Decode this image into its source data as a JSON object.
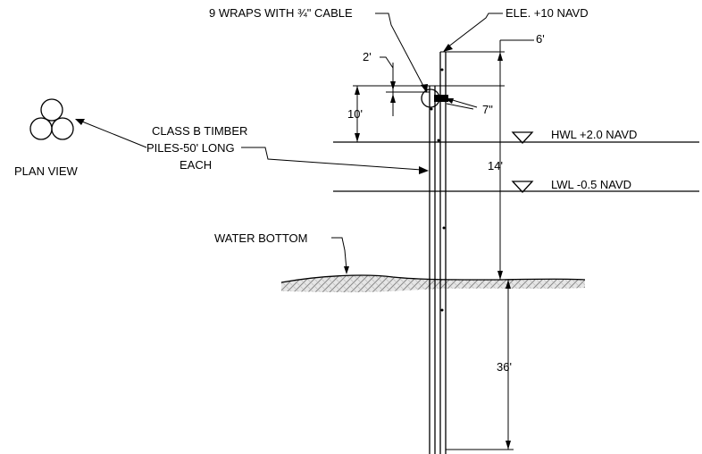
{
  "labels": {
    "wraps": "9 WRAPS WITH ¾\" CABLE",
    "elevation": "ELE. +10 NAVD",
    "dim_6": "6'",
    "dim_2": "2'",
    "dim_10": "10'",
    "dim_7": "7\"",
    "piles_line1": "CLASS B TIMBER",
    "piles_line2": "PILES-50' LONG",
    "piles_line3": "EACH",
    "plan_view": "PLAN VIEW",
    "hwl": "HWL +2.0 NAVD",
    "lwl": "LWL -0.5 NAVD",
    "dim_14": "14'",
    "water_bottom": "WATER BOTTOM",
    "dim_36": "36'"
  }
}
